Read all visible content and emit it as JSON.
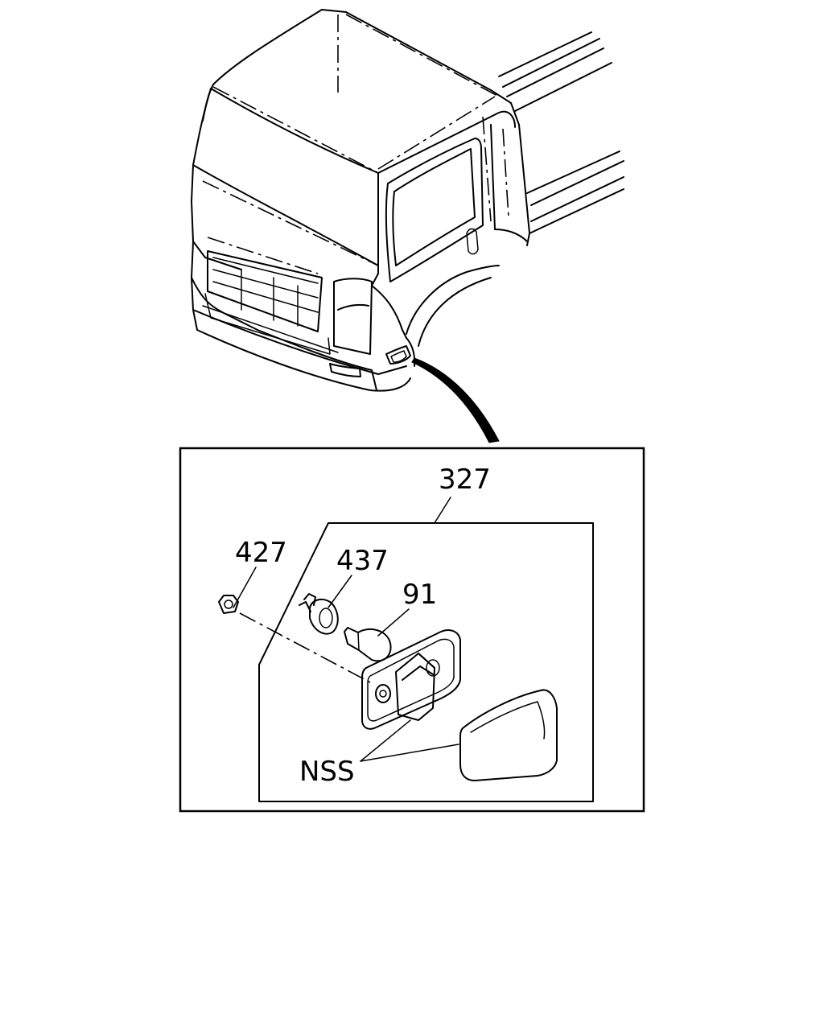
{
  "callouts": {
    "part_327": "327",
    "part_427": "427",
    "part_437": "437",
    "part_91": "91",
    "part_nss": "NSS"
  }
}
